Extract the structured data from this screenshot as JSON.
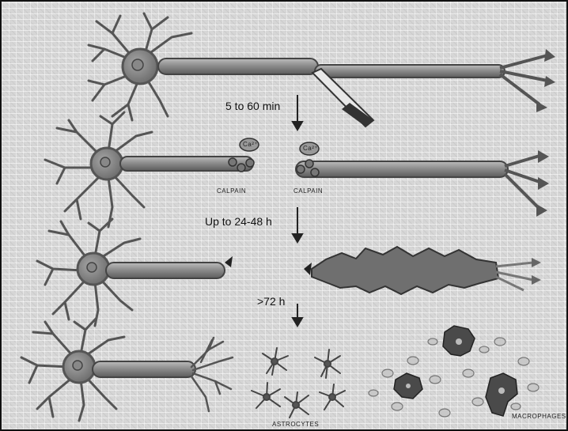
{
  "steps": [
    {
      "label": "5 to 60 min"
    },
    {
      "label": "Up to 24-48 h"
    },
    {
      "label": ">72 h"
    }
  ],
  "labels": {
    "calpain": "CALPAIN",
    "calcium": "Ca²⁺",
    "astrocytes": "ASTROCYTES",
    "macrophages": "MACROPHAGES"
  },
  "colors": {
    "axon": "#8a8a8a",
    "soma": "#7a7a7a",
    "dark": "#3a3a3a",
    "background": "#d6d6d6"
  }
}
